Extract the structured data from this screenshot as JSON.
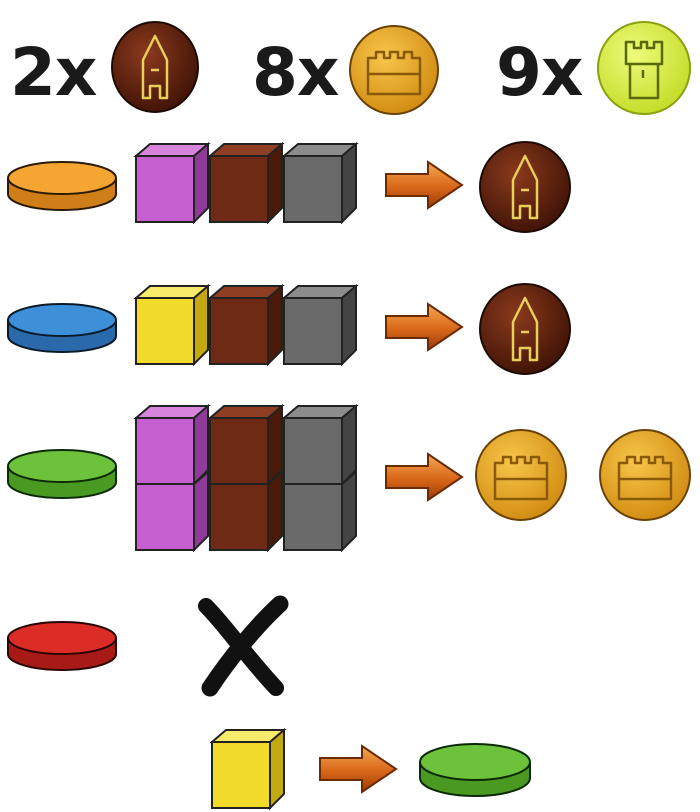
{
  "tile_supply": [
    {
      "count": "2x",
      "tile": "brown-tower-token",
      "icon": "tower-icon"
    },
    {
      "count": "8x",
      "tile": "orange-wall-token",
      "icon": "wall-icon"
    },
    {
      "count": "9x",
      "tile": "lime-keep-token",
      "icon": "keep-icon"
    }
  ],
  "rules": [
    {
      "disc": "orange",
      "cubes": [
        "purple",
        "brown",
        "gray"
      ],
      "result": [
        "brown-tower-token"
      ]
    },
    {
      "disc": "blue",
      "cubes": [
        "yellow",
        "brown",
        "gray"
      ],
      "result": [
        "brown-tower-token"
      ]
    },
    {
      "disc": "green",
      "cubes": [
        "purple",
        "brown",
        "gray",
        "purple",
        "brown",
        "gray"
      ],
      "result": [
        "orange-wall-token",
        "orange-wall-token"
      ]
    },
    {
      "disc": "red",
      "cubes": [],
      "result": [],
      "forbidden": true
    },
    {
      "input_cube": "yellow",
      "output_disc": "green"
    }
  ],
  "colors": {
    "orange": "#f0a02c",
    "blue": "#3d8fd8",
    "green": "#6cc23a",
    "red": "#dc2c26",
    "purple": "#c65fcf",
    "brown": "#6e2a14",
    "gray": "#6a6a6a",
    "yellow": "#f2da2a",
    "token_brown": "#5a1c0e",
    "token_orange": "#e8a81c",
    "token_lime": "#d8ee40"
  }
}
